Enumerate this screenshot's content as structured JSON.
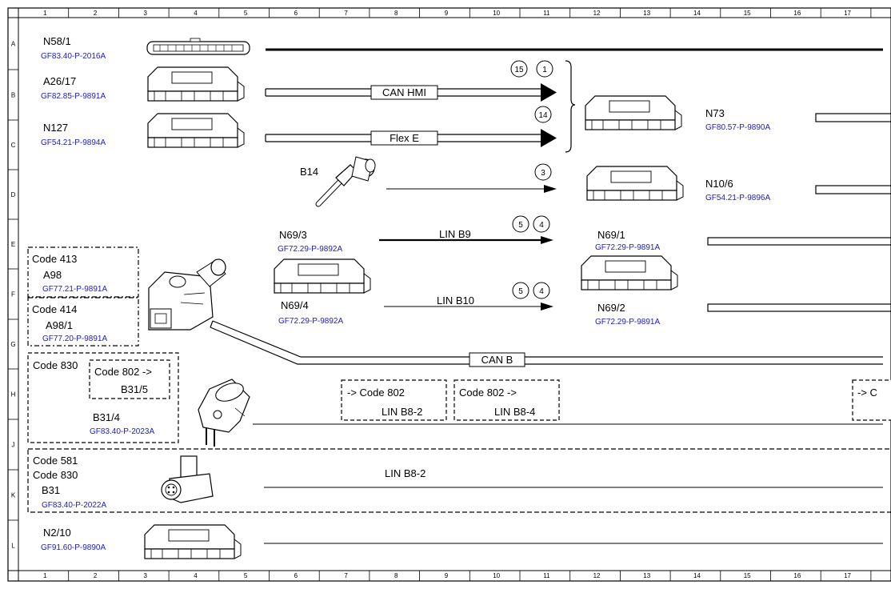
{
  "grid": {
    "columns": [
      "1",
      "2",
      "3",
      "4",
      "5",
      "6",
      "7",
      "8",
      "9",
      "10",
      "11",
      "12",
      "13",
      "14",
      "15",
      "16",
      "17"
    ],
    "rows": [
      "A",
      "B",
      "C",
      "D",
      "E",
      "F",
      "G",
      "H",
      "J",
      "K",
      "L"
    ]
  },
  "components": {
    "n58_1": {
      "label": "N58/1",
      "ref": "GF83.40-P-2016A"
    },
    "a26_17": {
      "label": "A26/17",
      "ref": "GF82.85-P-9891A"
    },
    "n127": {
      "label": "N127",
      "ref": "GF54.21-P-9894A"
    },
    "b14": {
      "label": "B14"
    },
    "n73": {
      "label": "N73",
      "ref": "GF80.57-P-9890A"
    },
    "n10_6": {
      "label": "N10/6",
      "ref": "GF54.21-P-9896A"
    },
    "n69_3": {
      "label": "N69/3",
      "ref": "GF72.29-P-9892A"
    },
    "n69_4": {
      "label": "N69/4",
      "ref": "GF72.29-P-9892A"
    },
    "n69_1": {
      "label": "N69/1",
      "ref": "GF72.29-P-9891A"
    },
    "n69_2": {
      "label": "N69/2",
      "ref": "GF72.29-P-9891A"
    },
    "a98": {
      "code": "Code 413",
      "label": "A98",
      "ref": "GF77.21-P-9891A"
    },
    "a98_1": {
      "code": "Code 414",
      "label": "A98/1",
      "ref": "GF77.20-P-9891A"
    },
    "b31_4": {
      "code": "Code 830",
      "inner_code": "Code 802  ->",
      "inner_label": "B31/5",
      "label": "B31/4",
      "ref": "GF83.40-P-2023A"
    },
    "b31": {
      "code1": "Code 581",
      "code2": "Code 830",
      "label": "B31",
      "ref": "GF83.40-P-2022A"
    },
    "n2_10": {
      "label": "N2/10",
      "ref": "GF91.60-P-9890A"
    }
  },
  "buses": {
    "can_hmi": "CAN HMI",
    "flex_e": "Flex E",
    "can_b": "CAN B",
    "lin_b9": "LIN B9",
    "lin_b10": "LIN B10",
    "lin_b8_2": "LIN B8-2"
  },
  "code_boxes": {
    "box1": {
      "code": "->  Code 802",
      "label": "LIN B8-2"
    },
    "box2": {
      "code": "Code 802    ->",
      "label": "LIN B8-4"
    },
    "box3": {
      "code": "->  C"
    }
  },
  "circles": {
    "c15": "15",
    "c1": "1",
    "c14": "14",
    "c3": "3",
    "c5a": "5",
    "c4a": "4",
    "c5b": "5",
    "c4b": "4"
  }
}
